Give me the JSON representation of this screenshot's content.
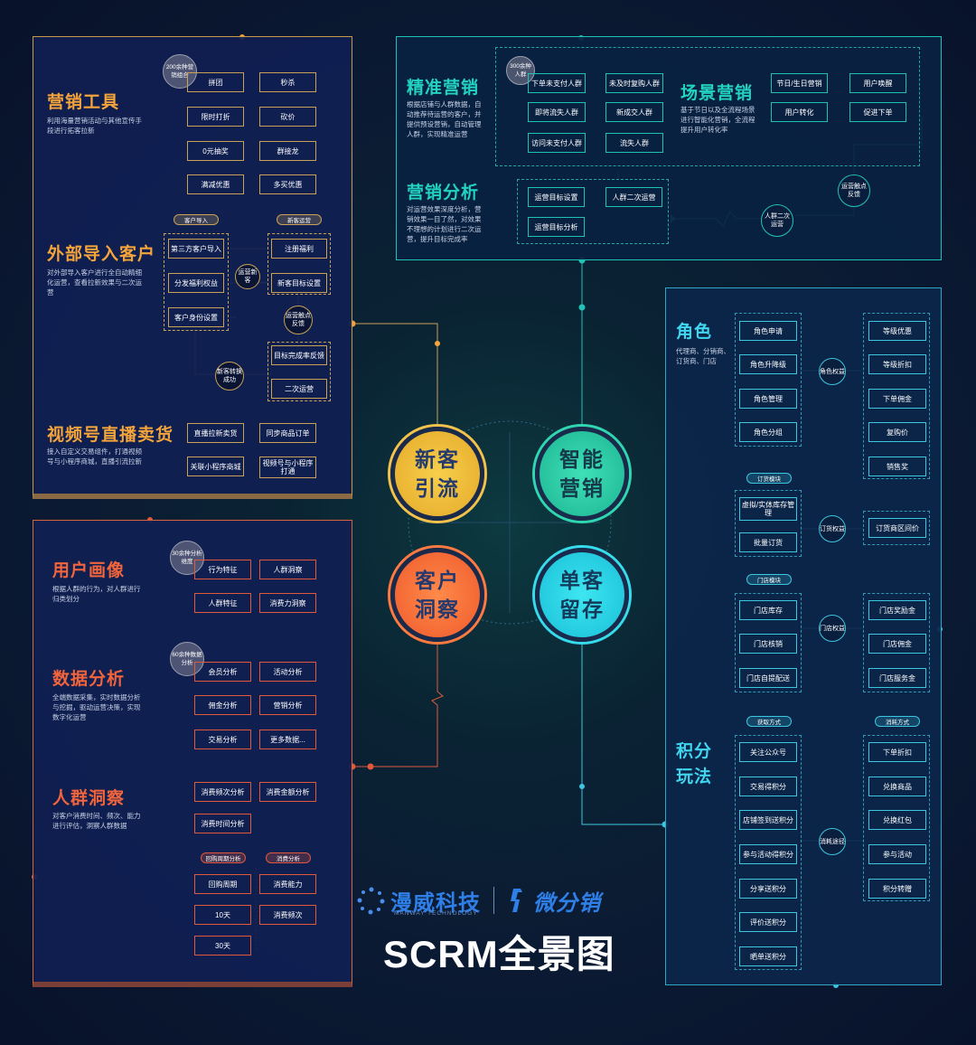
{
  "colors": {
    "gold": "#c9a157",
    "orange": "#f4a43b",
    "red": "#f2643c",
    "teal": "#1fc3b6",
    "cyan": "#3cc7e0"
  },
  "left_top": {
    "marketing_tools": {
      "title": "营销工具",
      "desc": "利用海量营销活动与其他宣传手段进行拓客拉新",
      "badge": "200余种营销组合",
      "items": [
        "拼团",
        "秒杀",
        "限时打折",
        "砍价",
        "0元抽奖",
        "群接龙",
        "满减优惠",
        "多买优惠"
      ]
    },
    "external_import": {
      "title": "外部导入客户",
      "desc": "对外部导入客户进行全自动精细化运营，查看拉新效果与二次运营",
      "pill_import": "客户导入",
      "pill_ops": "新客运营",
      "left_items": [
        "第三方客户导入",
        "分发福利权益",
        "客户身份设置"
      ],
      "right_items": [
        "注册福利",
        "新客目标设置",
        "目标完成率反馈",
        "二次运营"
      ],
      "circle_ops": "运营新客",
      "circle_feedback": "运营触点反馈",
      "circle_success": "新客转换成功"
    },
    "video_live": {
      "title": "视频号直播卖货",
      "desc": "接入自定义交易组件，打通视频号与小程序商城，直播引流拉新",
      "items": [
        "直播拉新卖货",
        "同步商品订单",
        "关联小程序商城",
        "视频号与小程序打通"
      ]
    }
  },
  "left_bottom": {
    "user_profile": {
      "title": "用户画像",
      "desc": "根据人群的行为，对人群进行归类划分",
      "badge": "30余种分析维度",
      "items": [
        "行为特征",
        "人群洞察",
        "人群特征",
        "消费力洞察"
      ]
    },
    "data_analysis": {
      "title": "数据分析",
      "desc": "全端数据采集，实时数据分析与挖掘，驱动运营决策，实现数字化运营",
      "badge": "60余种数据分析",
      "items": [
        "会员分析",
        "活动分析",
        "佣金分析",
        "营销分析",
        "交易分析",
        "更多数据..."
      ]
    },
    "crowd_insight": {
      "title": "人群洞察",
      "desc": "对客户消费时间、频次、能力进行评估，洞察人群数据",
      "items": [
        "消费频次分析",
        "消费金额分析",
        "消费时间分析"
      ],
      "pill_cycle": "回购周期分析",
      "pill_cons": "消费分析",
      "cycle_items": [
        "回购周期",
        "10天",
        "30天"
      ],
      "cons_items": [
        "消费能力",
        "消费频次"
      ]
    }
  },
  "top_right": {
    "precision": {
      "title": "精准营销",
      "desc": "根据店铺与人群数据，自动推荐待运营的客户，并提供预设营销，自动管理人群，实现精准运营",
      "badge": "300余种人群",
      "items": [
        "下单未支付人群",
        "未及时复购人群",
        "即将流失人群",
        "新成交人群",
        "访问未支付人群",
        "流失人群"
      ]
    },
    "scene": {
      "title": "场景营销",
      "desc": "基于节日以及全流程场景进行智能化营销，全流程提升用户转化率",
      "items": [
        "节日/生日营销",
        "用户唤醒",
        "用户转化",
        "促进下单"
      ]
    },
    "analysis": {
      "title": "营销分析",
      "desc": "对运营效果深度分析，营销效果一目了然，对效果不理想的计划进行二次运营，提升目标完成率",
      "items": [
        "运营目标设置",
        "人群二次运营",
        "运营目标分析"
      ],
      "circle_feedback": "运营触点反馈",
      "circle_second": "人群二次运营"
    }
  },
  "right": {
    "role": {
      "title": "角色",
      "desc": "代理商、分销商、订货商、门店",
      "left_items": [
        "角色申请",
        "角色升降级",
        "角色管理",
        "角色分组"
      ],
      "right_items": [
        "等级优惠",
        "等级折扣",
        "下单佣金",
        "复购价",
        "销售奖"
      ],
      "circle": "角色权益",
      "pill_order": "订货模块",
      "order_items": [
        "虚拟/实体库存管理",
        "批量订货"
      ],
      "order_circle": "订货权益",
      "order_right": "订货商区间价",
      "pill_store": "门店模块",
      "store_items": [
        "门店库存",
        "门店核销",
        "门店自提配送"
      ],
      "store_circle": "门店权益",
      "store_right": [
        "门店奖励金",
        "门店佣金",
        "门店服务金"
      ]
    },
    "points": {
      "title": "积分玩法",
      "pill_get": "获取方式",
      "pill_use": "消耗方式",
      "get_items": [
        "关注公众号",
        "交易得积分",
        "店铺签到送积分",
        "参与活动得积分",
        "分享送积分",
        "评价送积分",
        "晒单送积分"
      ],
      "use_items": [
        "下单折扣",
        "兑换商品",
        "兑换红包",
        "参与活动",
        "积分转赠"
      ],
      "circle": "消耗途径"
    }
  },
  "center": {
    "new_customer": "新客引流",
    "smart_marketing": "智能营销",
    "customer_insight": "客户洞察",
    "retention": "单客留存"
  },
  "footer": {
    "brand_cn": "漫威科技",
    "brand_en": "MANWAY TECHNOLOGY",
    "brand2": "微分销",
    "main_title": "SCRM全景图"
  }
}
